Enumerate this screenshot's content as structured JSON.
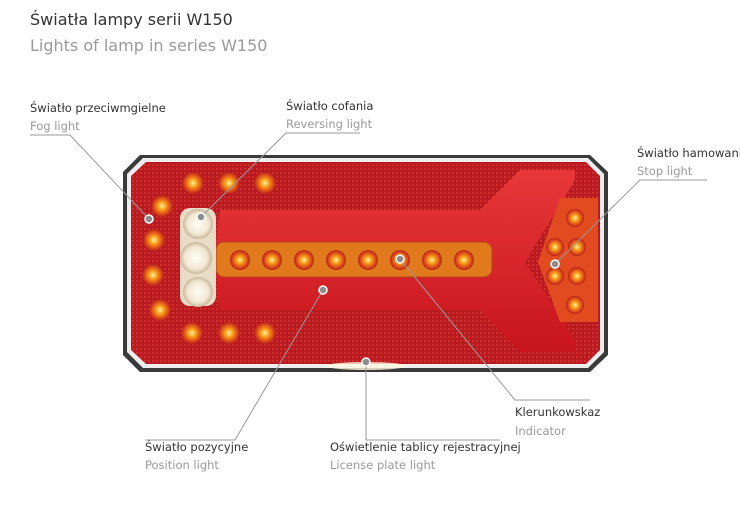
{
  "header": {
    "title": "Światła lampy serii W150",
    "subtitle": "Lights of lamp in series W150"
  },
  "callouts": {
    "fog": {
      "pl": "Światło przeciwmgielne",
      "en": "Fog light"
    },
    "reversing": {
      "pl": "Światło cofania",
      "en": "Reversing light"
    },
    "stop": {
      "pl": "Światło hamowania",
      "en": "Stop light"
    },
    "indicator": {
      "pl": "Klerunkowskaz",
      "en": "Indicator"
    },
    "position": {
      "pl": "Światło pozycyjne",
      "en": "Position light"
    },
    "license": {
      "pl": "Oświetlenie tablicy rejestracyjnej",
      "en": "License plate light"
    }
  },
  "colors": {
    "lamp_red": "#d8232a",
    "led_amber": "#f5a623",
    "line_gray": "#8c8c8c"
  }
}
